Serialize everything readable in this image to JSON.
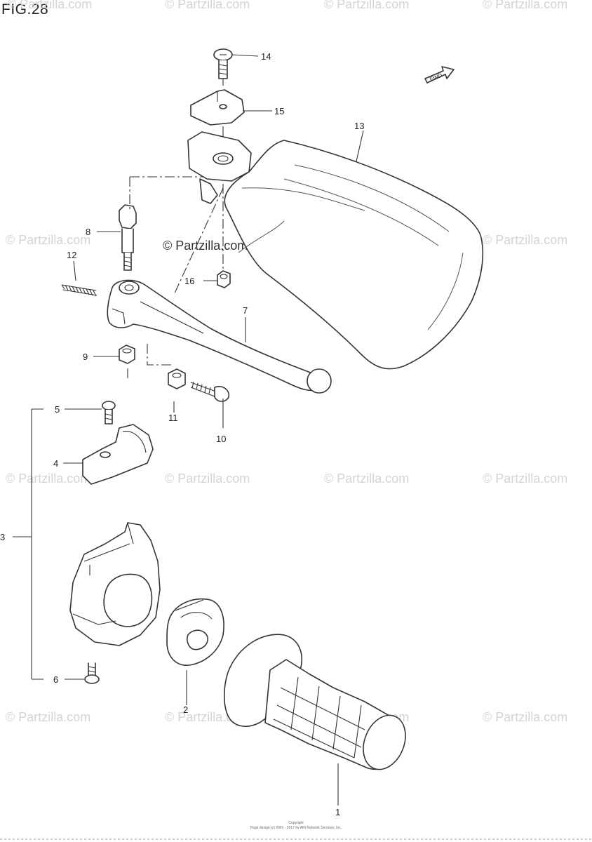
{
  "figure": {
    "title": "FIG.28"
  },
  "watermark": {
    "text": "© Partzilla.com",
    "main_text": "© Partzilla.com"
  },
  "fwd_label": "FWD",
  "callouts": {
    "c1": "1",
    "c2": "2",
    "c3": "3",
    "c4": "4",
    "c5": "5",
    "c6": "6",
    "c7": "7",
    "c8": "8",
    "c9": "9",
    "c10": "10",
    "c11": "11",
    "c12": "12",
    "c13": "13",
    "c14": "14",
    "c15": "15",
    "c16": "16"
  },
  "footer": {
    "line1": "Copyright",
    "line2": "Page design (c) 2001 - 2017 by ARI Network Services, Inc."
  }
}
